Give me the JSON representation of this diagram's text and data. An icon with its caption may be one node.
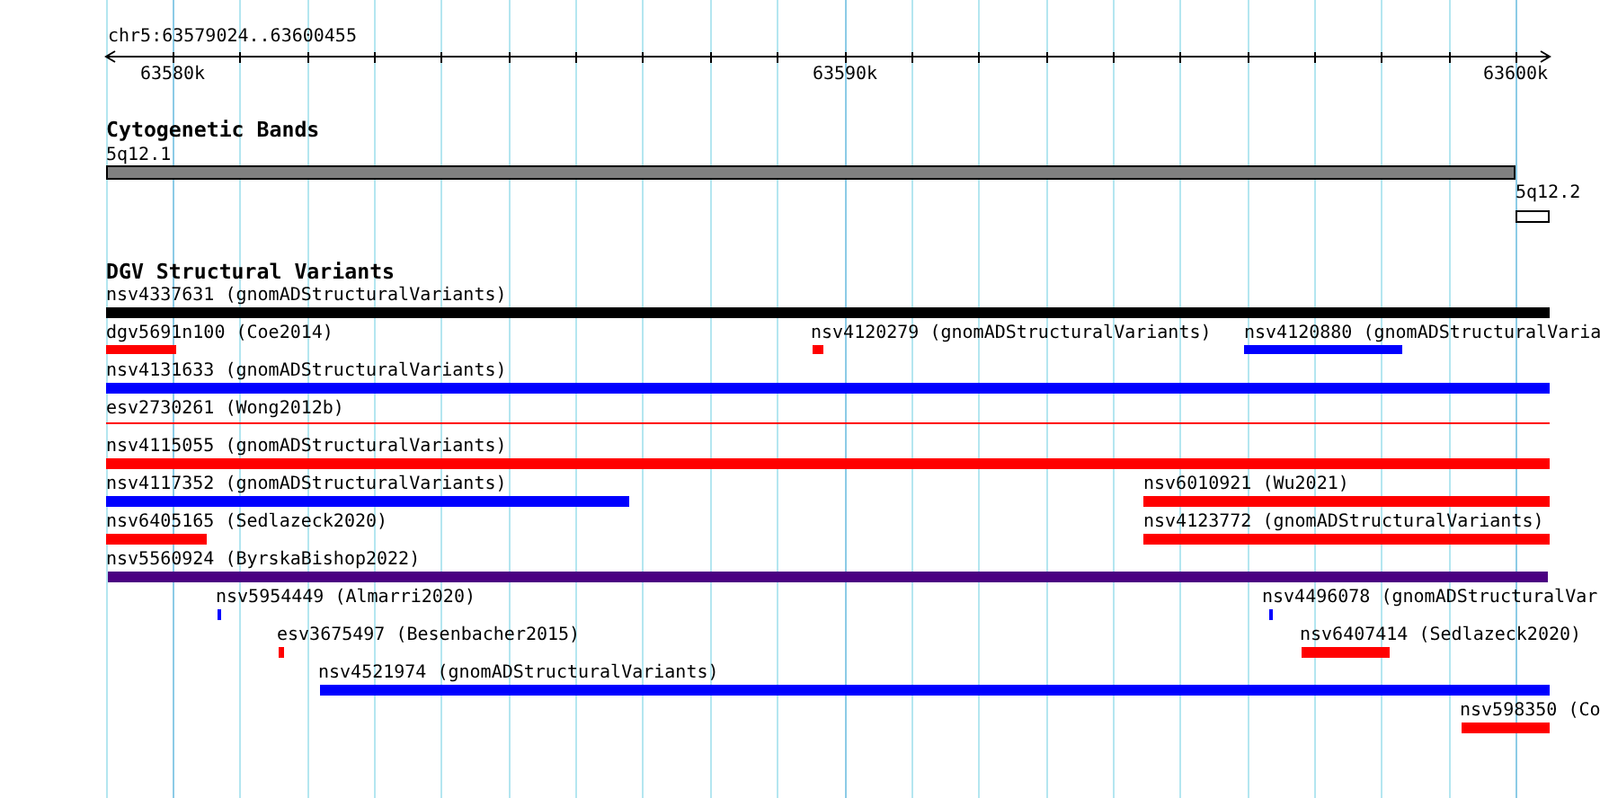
{
  "diagram": {
    "nodes": [
      {
        "text": [
          "5q12.1"
        ]
      },
      {
        "text": [
          "5q12.2"
        ]
      },
      {
        "text": [
          "nsv4337631 (gnomADStructuralVariants)"
        ]
      },
      {
        "text": [
          "dgv5691n100 (Coe2014)"
        ]
      },
      {
        "text": [
          "nsv4120279 (gnomADStructuralVariants)"
        ]
      },
      {
        "text": [
          "nsv4120880 (gnomADStructuralVaria"
        ]
      },
      {
        "text": [
          "nsv4131633 (gnomADStructuralVariants)"
        ]
      },
      {
        "text": [
          "esv2730261 (Wong2012b)"
        ]
      },
      {
        "text": [
          "nsv4115055 (gnomADStructuralVariants)"
        ]
      },
      {
        "text": [
          "nsv4117352 (gnomADStructuralVariants)"
        ]
      },
      {
        "text": [
          "nsv6010921 (Wu2021)"
        ]
      },
      {
        "text": [
          "nsv6405165 (Sedlazeck2020)"
        ]
      },
      {
        "text": [
          "nsv4123772 (gnomADStructuralVariants)"
        ]
      },
      {
        "text": [
          "nsv5560924 (ByrskaBishop2022)"
        ]
      },
      {
        "text": [
          "nsv5954449 (Almarri2020)"
        ]
      },
      {
        "text": [
          "nsv4496078 (gnomADStructuralVar"
        ]
      },
      {
        "text": [
          "esv3675497 (Besenbacher2015)"
        ]
      },
      {
        "text": [
          "nsv6407414 (Sedlazeck2020)"
        ]
      },
      {
        "text": [
          "nsv4521974 (gnomADStructuralVariants)"
        ]
      },
      {
        "text": [
          "nsv598350 (Co"
        ]
      }
    ],
    "labels": [
      "chr5:63579024..63600455",
      "63580k",
      "63590k",
      "63600k",
      "Cytogenetic Bands",
      "DGV Structural Variants"
    ]
  }
}
